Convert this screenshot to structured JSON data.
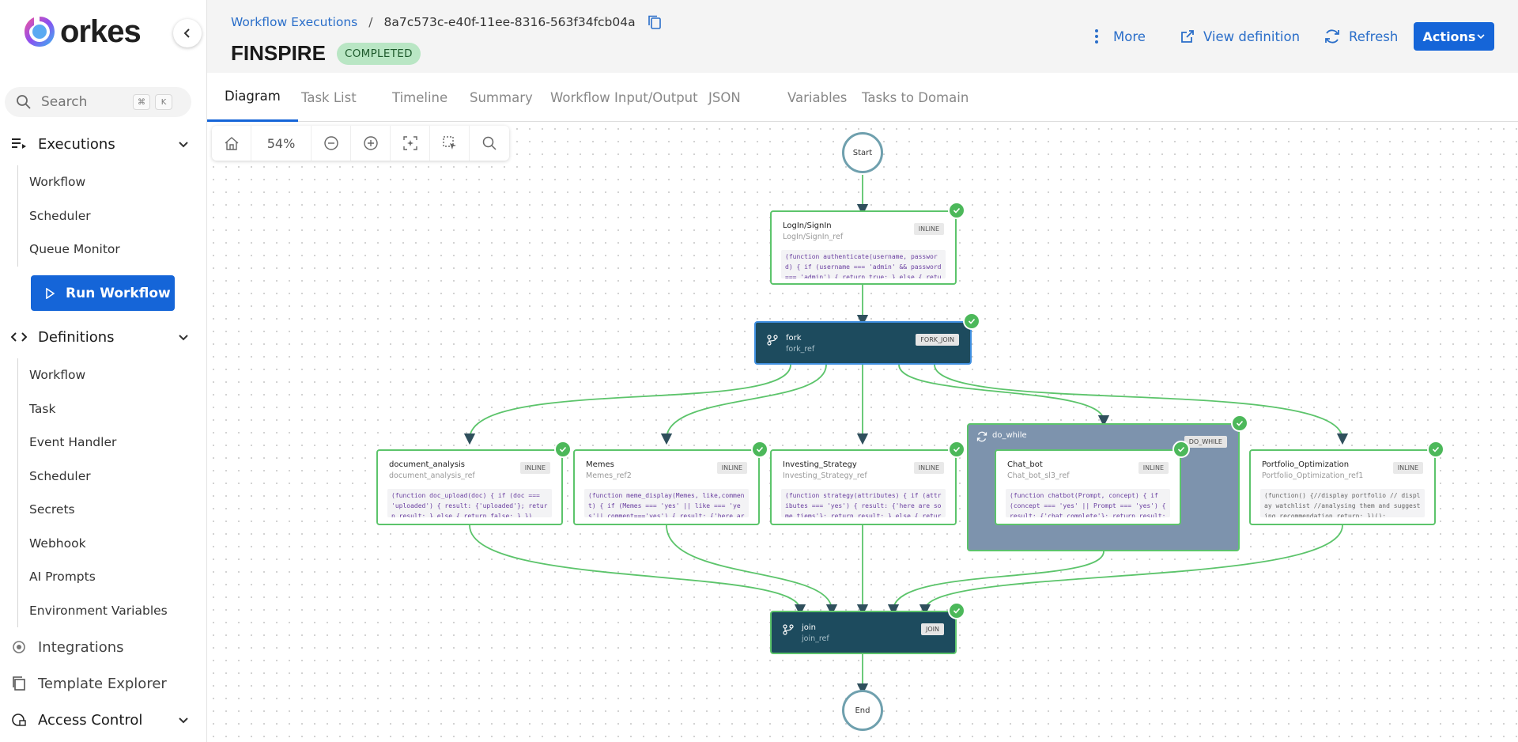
{
  "brand": {
    "name": "orkes"
  },
  "sidebar": {
    "search_placeholder": "Search",
    "search_kbd": [
      "⌘",
      "K"
    ],
    "executions": {
      "label": "Executions",
      "items": [
        "Workflow",
        "Scheduler",
        "Queue Monitor"
      ]
    },
    "run_workflow_label": "Run Workflow",
    "definitions": {
      "label": "Definitions",
      "items": [
        "Workflow",
        "Task",
        "Event Handler",
        "Scheduler",
        "Secrets",
        "Webhook",
        "AI Prompts",
        "Environment Variables"
      ]
    },
    "integrations_label": "Integrations",
    "template_explorer_label": "Template Explorer",
    "access_control_label": "Access Control"
  },
  "header": {
    "breadcrumb_link": "Workflow Executions",
    "breadcrumb_sep": "/",
    "execution_id": "8a7c573c-e40f-11ee-8316-563f34fcb04a",
    "workflow_name": "FINSPIRE",
    "status": "COMPLETED",
    "more_label": "More",
    "view_definition_label": "View definition",
    "refresh_label": "Refresh",
    "actions_label": "Actions"
  },
  "tabs": [
    "Diagram",
    "Task List",
    "Timeline",
    "Summary",
    "Workflow Input/Output",
    "JSON",
    "Variables",
    "Tasks to Domain"
  ],
  "toolbar": {
    "zoom": "54%"
  },
  "colors": {
    "accent": "#1565d8",
    "success": "#4cb85a",
    "edge": "#5cc46b",
    "system_task": "#1d4b5e",
    "loop": "#7d93ad"
  },
  "diagram": {
    "start": "Start",
    "end": "End",
    "login": {
      "name": "LogIn/SignIn",
      "ref": "LogIn/SignIn_ref",
      "type": "INLINE",
      "code": "(function authenticate(username, password) { if (username === 'admin' && password === 'admin') { return true; } else { return"
    },
    "fork": {
      "name": "fork",
      "ref": "fork_ref",
      "type": "FORK_JOIN"
    },
    "document_analysis": {
      "name": "document_analysis",
      "ref": "document_analysis_ref",
      "type": "INLINE",
      "code": "(function doc_upload(doc) { if (doc === 'uploaded') { result: {'uploaded'}; return result; } else { return false; } })"
    },
    "memes": {
      "name": "Memes",
      "ref": "Memes_ref2",
      "type": "INLINE",
      "code": "(function meme_display(Memes, like,comment) { if (Memes === 'yes' || like === 'yes'|| comment==='yes') { result: {'here are your"
    },
    "investing": {
      "name": "Investing_Strategy",
      "ref": "Investing_Strategy_ref",
      "type": "INLINE",
      "code": "(function strategy(attributes) { if (attributes === 'yes') { result: {'here are some tiems'}; return result; } else { return"
    },
    "do_while": {
      "name": "do_while",
      "type": "DO_WHILE"
    },
    "chat_bot": {
      "name": "Chat_bot",
      "ref": "Chat_bot_sl3_ref",
      "type": "INLINE",
      "code": "(function chatbot(Prompt, concept) { if (concept === 'yes' || Prompt === 'yes') { result: {'chat complete'}; return result; }"
    },
    "portfolio": {
      "name": "Portfolio_Optimization",
      "ref": "Portfolio_Optimization_ref1",
      "type": "INLINE",
      "code": "(function() {//display portfolio // display watchlist //analysing them and suggesting recommendation return; })();"
    },
    "join": {
      "name": "join",
      "ref": "join_ref",
      "type": "JOIN"
    }
  }
}
